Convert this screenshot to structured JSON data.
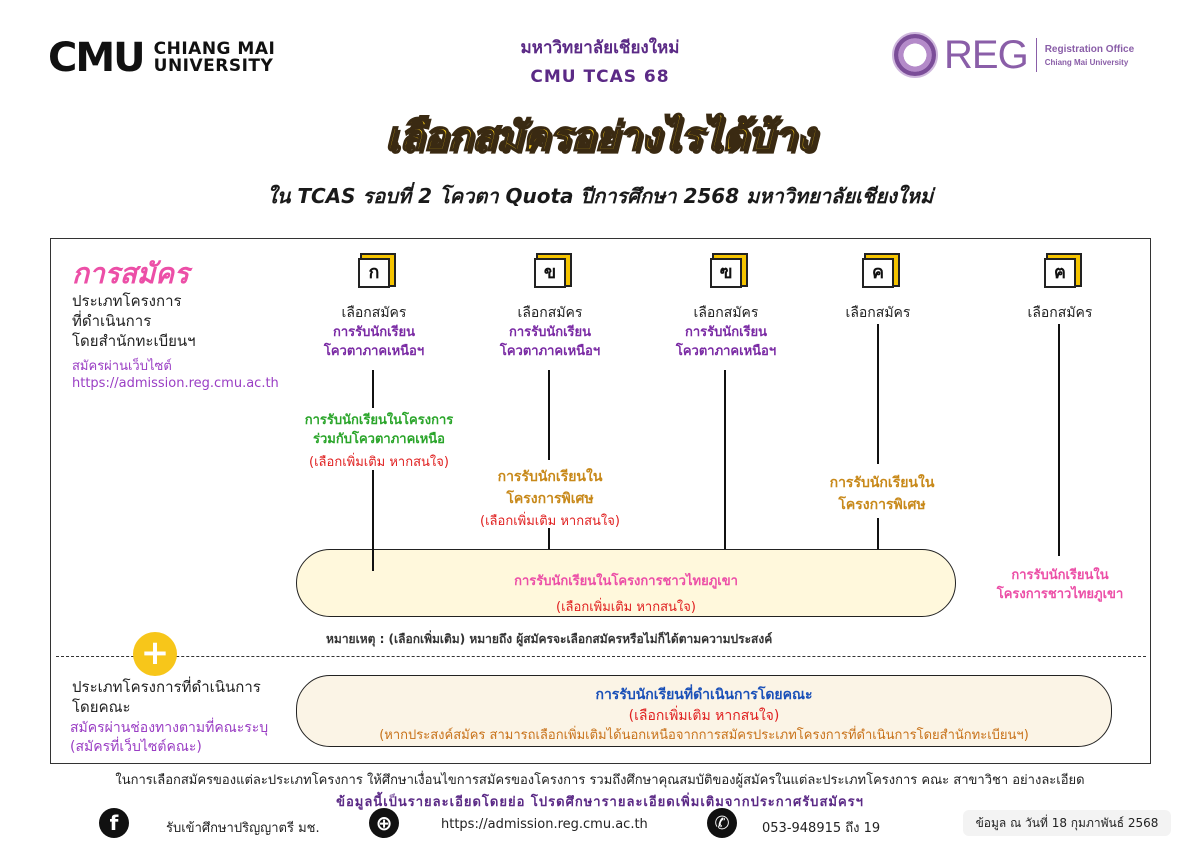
{
  "header": {
    "cmu_mark": "CMU",
    "cmu_text_1": "CHIANG MAI",
    "cmu_text_2": "UNIVERSITY",
    "center_line_1": "มหาวิทยาลัยเชียงใหม่",
    "center_line_2": "CMU TCAS 68",
    "reg_word": "REG",
    "reg_sub_1": "Registration Office",
    "reg_sub_2": "Chiang Mai University"
  },
  "title": "เลือกสมัครอย่างไรได้บ้าง",
  "subtitle": "ใน TCAS รอบที่ 2 โควตา Quota ปีการศึกษา 2568  มหาวิทยาลัยเชียงใหม่",
  "registry_section": {
    "heading": "การสมัคร",
    "type_lines": [
      "ประเภทโครงการ",
      "ที่ดำเนินการ",
      "โดยสำนักทะเบียนฯ"
    ],
    "apply_via": "สมัครผ่านเว็บไซต์",
    "url": "https://admission.reg.cmu.ac.th"
  },
  "columns": [
    {
      "letter": "ก",
      "label": "เลือกสมัคร",
      "program": [
        "การรับนักเรียน",
        "โควตาภาคเหนือฯ"
      ]
    },
    {
      "letter": "ข",
      "label": "เลือกสมัคร",
      "program": [
        "การรับนักเรียน",
        "โควตาภาคเหนือฯ"
      ]
    },
    {
      "letter": "ฃ",
      "label": "เลือกสมัคร",
      "program": [
        "การรับนักเรียน",
        "โควตาภาคเหนือฯ"
      ]
    },
    {
      "letter": "ค",
      "label": "เลือกสมัคร",
      "program": [
        "",
        ""
      ]
    },
    {
      "letter": "ฅ",
      "label": "เลือกสมัคร",
      "program": [
        "",
        ""
      ]
    }
  ],
  "options": {
    "joint_program": [
      "การรับนักเรียนในโครงการ",
      "ร่วมกับโควตาภาคเหนือ"
    ],
    "optional_note": "(เลือกเพิ่มเติม หากสนใจ)",
    "special_program": [
      "การรับนักเรียนใน",
      "โครงการพิเศษ"
    ],
    "hill_tribe_program": "การรับนักเรียนในโครงการชาวไทยภูเขา",
    "hill_tribe_program_split": [
      "การรับนักเรียนใน",
      "โครงการชาวไทยภูเขา"
    ]
  },
  "remark": "หมายเหตุ : (เลือกเพิ่มเติม) หมายถึง ผู้สมัครจะเลือกสมัครหรือไม่ก็ได้ตามความประสงค์",
  "plus_symbol": "+",
  "faculty_section": {
    "type_lines": [
      "ประเภทโครงการที่ดำเนินการ",
      "โดยคณะ"
    ],
    "apply_lines": [
      "สมัครผ่านช่องทางตามที่คณะระบุ",
      "(สมัครที่เว็บไซต์คณะ)"
    ],
    "program": "การรับนักเรียนที่ดำเนินการโดยคณะ",
    "optional_note": "(เลือกเพิ่มเติม หากสนใจ)",
    "extra_note": "(หากประสงค์สมัคร สามารถเลือกเพิ่มเติมได้นอกเหนือจากการสมัครประเภทโครงการที่ดำเนินการโดยสำนักทะเบียนฯ)"
  },
  "footer": {
    "line_1": "ในการเลือกสมัครของแต่ละประเภทโครงการ ให้ศึกษาเงื่อนไขการสมัครของโครงการ รวมถึงศึกษาคุณสมบัติของผู้สมัครในแต่ละประเภทโครงการ คณะ สาขาวิชา อย่างละเอียด",
    "line_2": "ข้อมูลนี้เป็นรายละเอียดโดยย่อ โปรดศึกษารายละเอียดเพิ่มเติมจากประกาศรับสมัครฯ",
    "facebook_icon": "f",
    "facebook": "รับเข้าศึกษาปริญญาตรี มช.",
    "web_icon": "⊕",
    "website": "https://admission.reg.cmu.ac.th",
    "phone_icon": "✆",
    "phone": "053-948915 ถึง 19",
    "date": "ข้อมูล ณ วันที่ 18 กุมภาพันธ์ 2568"
  }
}
